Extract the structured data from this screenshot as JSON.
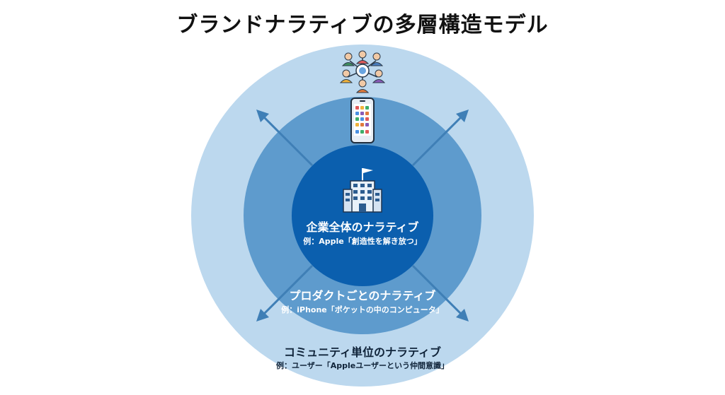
{
  "title": "ブランドナラティブの多層構造モデル",
  "colors": {
    "outer_ring": "#bcd8ee",
    "middle_ring": "#5e9bcd",
    "inner_circle": "#0b5fae",
    "arrow": "#3f7fb6",
    "outer_text": "#10243a",
    "inner_text": "#ffffff"
  },
  "layers": {
    "inner": {
      "name": "企業全体のナラティブ",
      "example": "例：Apple「創造性を解き放つ」",
      "icon": "company-building-icon"
    },
    "middle": {
      "name": "プロダクトごとのナラティブ",
      "example": "例：iPhone「ポケットの中のコンピュータ」",
      "icon": "smartphone-icon"
    },
    "outer": {
      "name": "コミュニティ単位のナラティブ",
      "example": "例：ユーザー「Appleユーザーという仲間意識」",
      "icon": "user-community-icon"
    }
  }
}
